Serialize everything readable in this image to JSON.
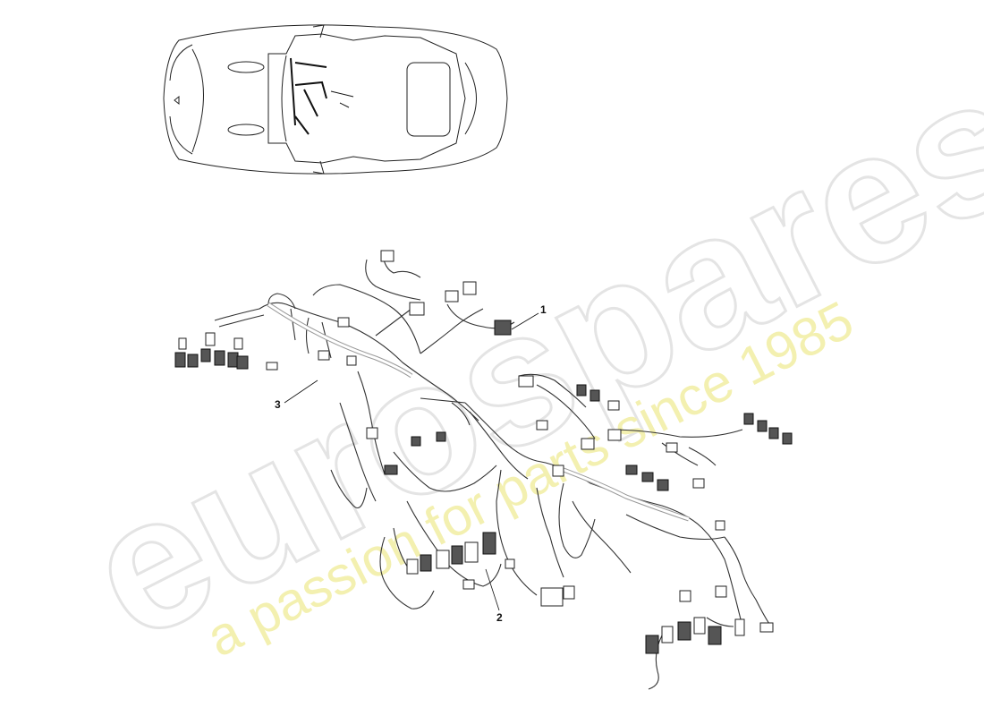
{
  "watermark": {
    "brand": "eurospares",
    "tagline": "a passion for parts since 1985",
    "colors": {
      "brand_outline": "#e4e4e4",
      "tagline": "#f3f0b0"
    }
  },
  "callouts": [
    {
      "id": "1",
      "label": "1"
    },
    {
      "id": "2",
      "label": "2"
    },
    {
      "id": "3",
      "label": "3"
    }
  ]
}
